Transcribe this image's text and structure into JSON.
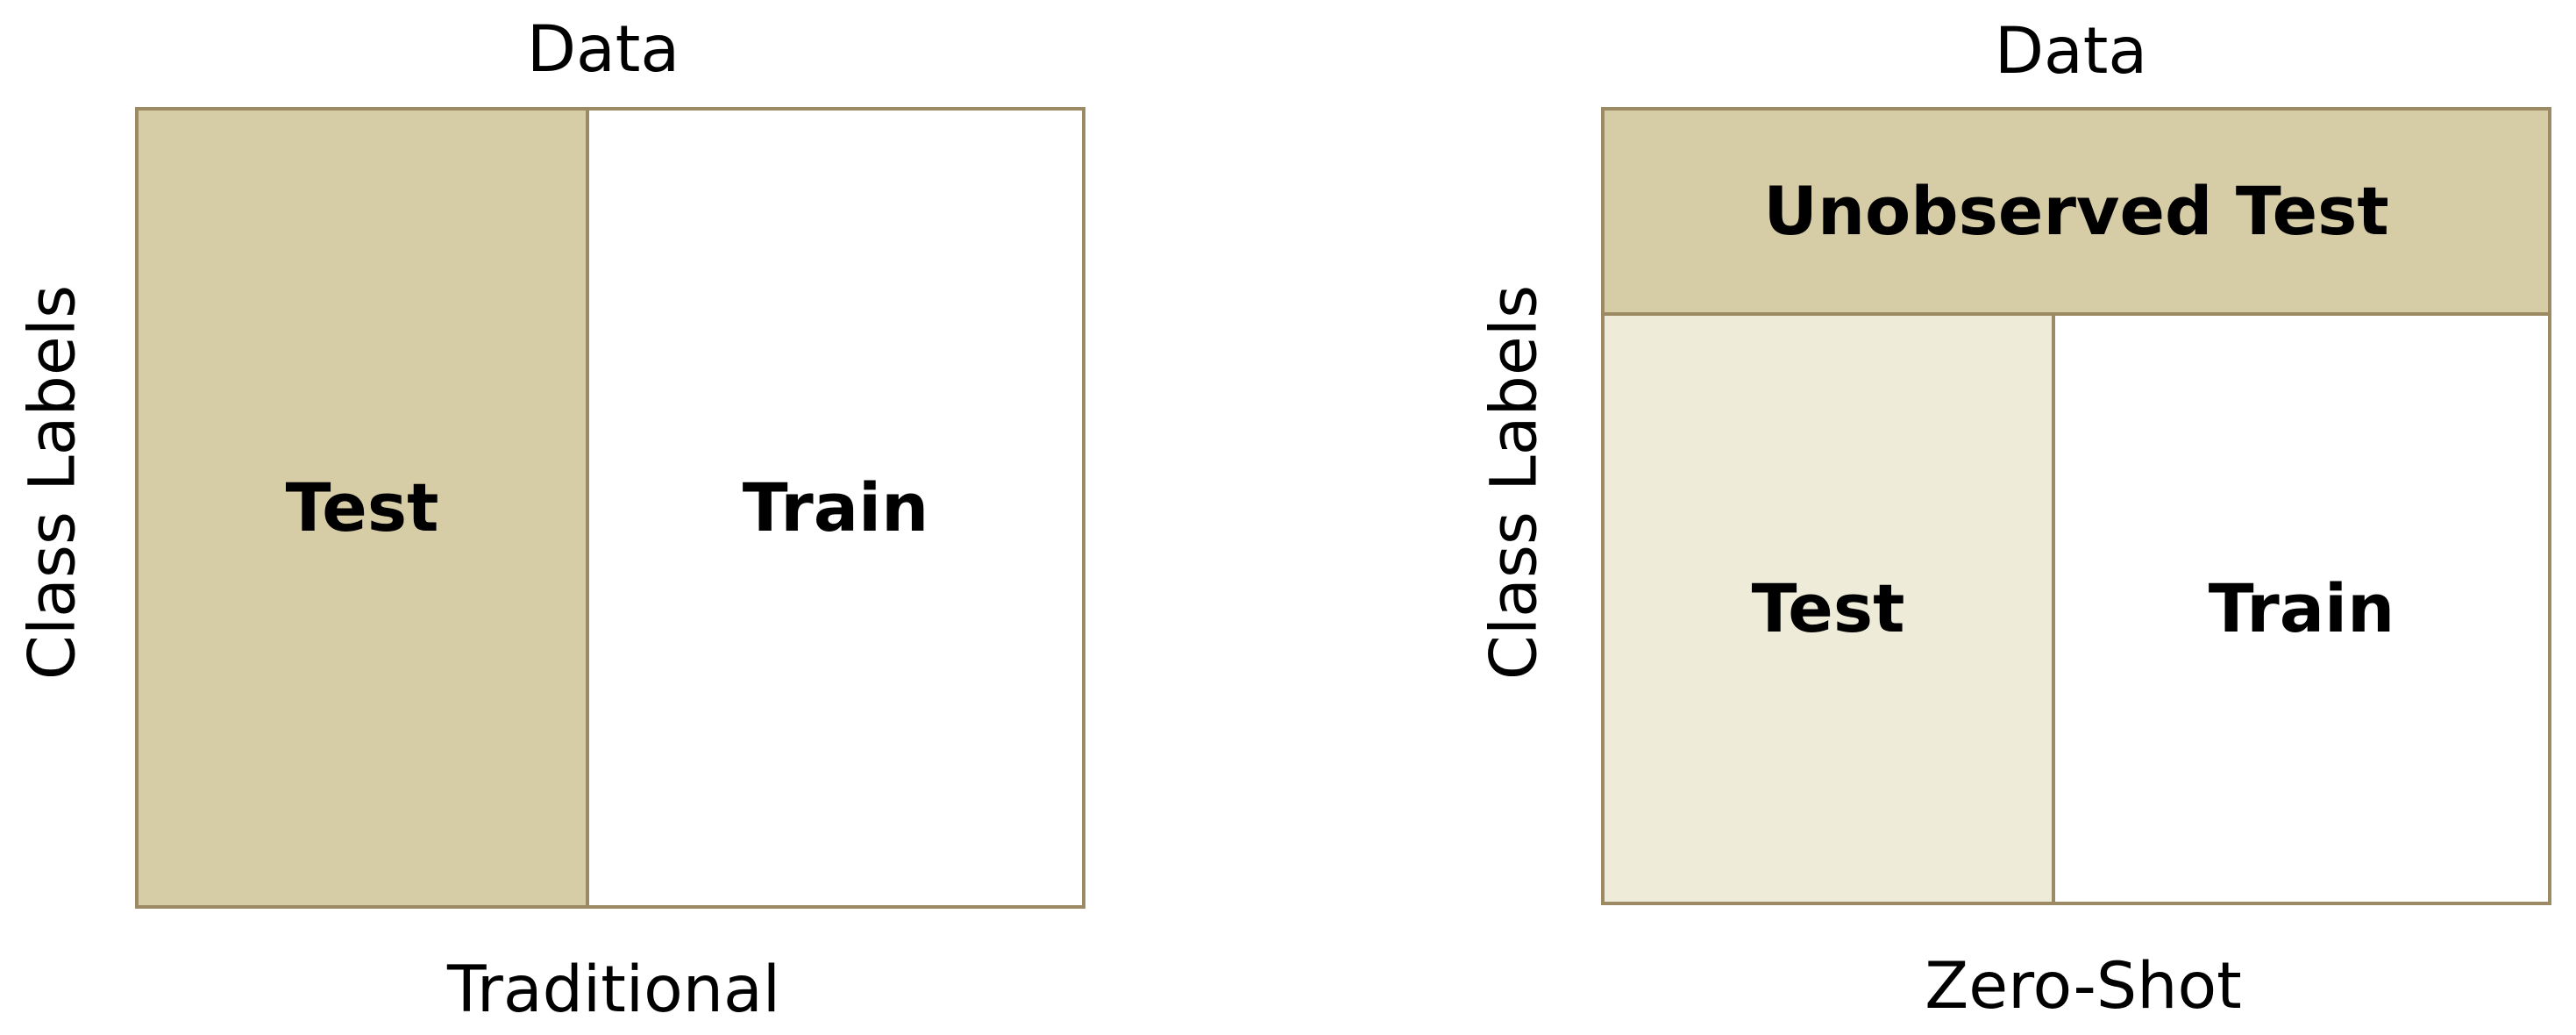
{
  "left_panel": {
    "top_label": "Data",
    "side_label": "Class Labels",
    "bottom_label": "Traditional",
    "test_label": "Test",
    "train_label": "Train"
  },
  "right_panel": {
    "top_label": "Data",
    "side_label": "Class Labels",
    "bottom_label": "Zero-Shot",
    "unobserved_label": "Unobserved Test",
    "test_label": "Test",
    "train_label": "Train"
  },
  "colors": {
    "border": "#9b8a63",
    "test_fill": "#d6cda6",
    "unobserved_fill": "#d6cda6",
    "zero_shot_test_fill": "#efebd9",
    "train_fill": "#ffffff"
  }
}
